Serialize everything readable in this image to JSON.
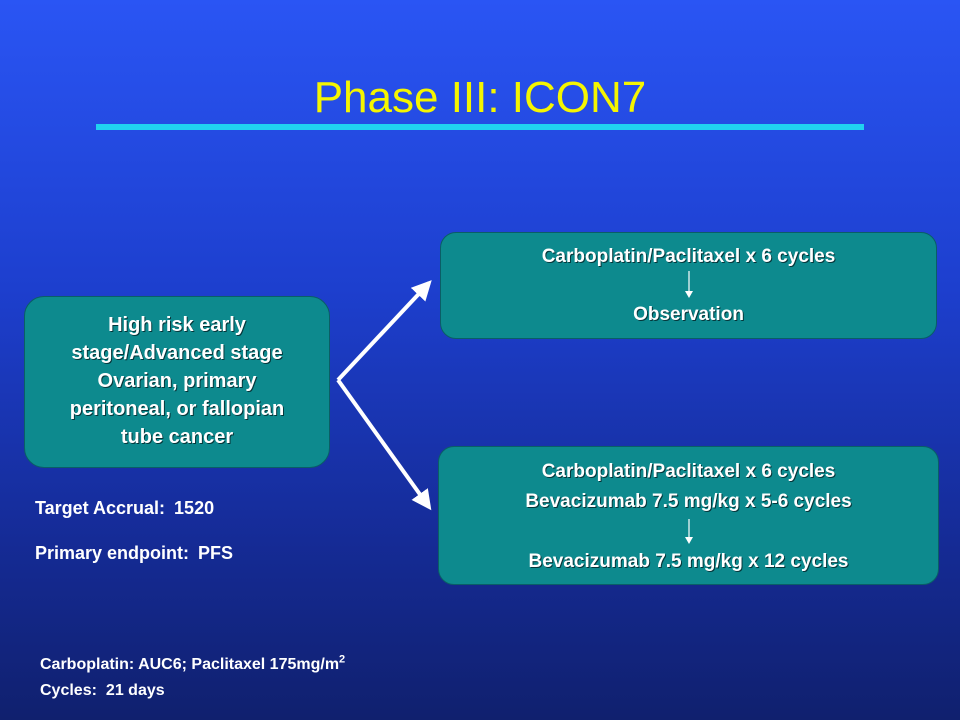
{
  "slide": {
    "title": "Phase III:  ICON7"
  },
  "population": {
    "lines": [
      "High risk early",
      "stage/Advanced stage",
      "Ovarian, primary",
      "peritoneal, or fallopian",
      "tube cancer"
    ]
  },
  "arm_1": {
    "line_1": "Carboplatin/Paclitaxel x 6 cycles",
    "line_2": "Observation"
  },
  "arm_2": {
    "line_1": "Carboplatin/Paclitaxel x 6 cycles",
    "line_2": "Bevacizumab 7.5 mg/kg x 5-6 cycles",
    "line_3": "Bevacizumab 7.5 mg/kg x 12 cycles"
  },
  "study_info": {
    "accrual_label": "Target Accrual:",
    "accrual_value": "1520",
    "endpoint_label": "Primary endpoint:",
    "endpoint_value": "PFS"
  },
  "footnote": {
    "dosing_text": "Carboplatin: AUC6; Paclitaxel 175mg/m",
    "dosing_sup": "2",
    "cycles_label": "Cycles:",
    "cycles_value": "21 days"
  },
  "colors": {
    "title": "#f5f500",
    "rule": "#20d2f0",
    "box_fill": "#0d8a8e",
    "arrows": "#ffffff"
  }
}
